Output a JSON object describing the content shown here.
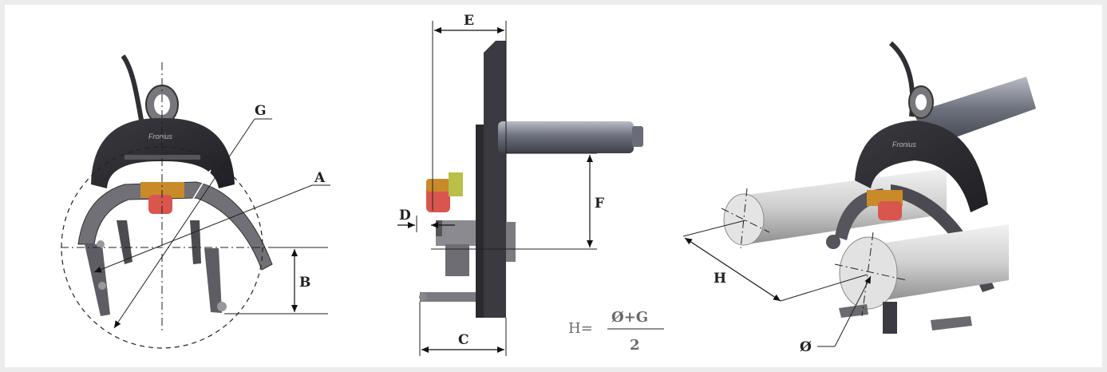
{
  "labels": {
    "A": "A",
    "B": "B",
    "C": "C",
    "D": "D",
    "E": "E",
    "F": "F",
    "G": "G",
    "H": "H",
    "diameter": "Ø"
  },
  "brand": "Fronius",
  "formula": {
    "lhs": "H=",
    "numerator": "Ø+G",
    "denominator": "2"
  },
  "colors": {
    "body": "#2b2b30",
    "jaw": "#6e6e73",
    "accent_orange": "#c98a2a",
    "accent_red": "#d9564e",
    "pipe": "#d4d4d4",
    "background": "#ececec"
  }
}
